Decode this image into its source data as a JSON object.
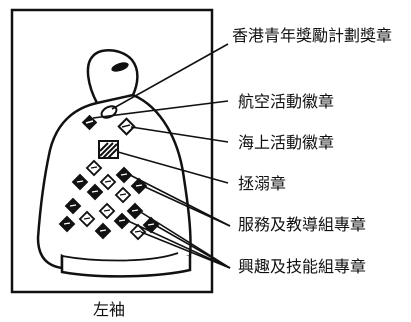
{
  "labels": {
    "hk_youth_award": "香港青年獎勵計劃獎章",
    "air_activity": "航空活動徽章",
    "sea_activity": "海上活動徽章",
    "lifesaving": "拯溺章",
    "service_instructor": "服務及教導組專章",
    "interest_skill": "興趣及技能組專章"
  },
  "caption": "左袖"
}
